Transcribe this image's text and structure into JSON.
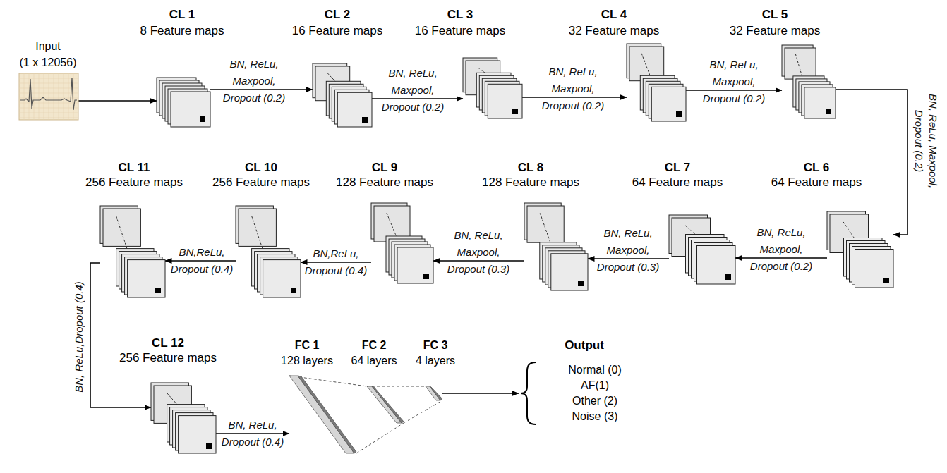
{
  "diagram": {
    "nodes": [
      {
        "text": [
          "Input",
          "(1 x 12056)"
        ]
      },
      {
        "text": [
          "CL 1",
          "8 Feature maps"
        ]
      },
      {
        "text": [
          "CL 2",
          "16 Feature maps"
        ]
      },
      {
        "text": [
          "CL 3",
          "16 Feature maps"
        ]
      },
      {
        "text": [
          "CL 4",
          "32 Feature maps"
        ]
      },
      {
        "text": [
          "CL 5",
          "32 Feature maps"
        ]
      },
      {
        "text": [
          "CL 6",
          "64 Feature maps"
        ]
      },
      {
        "text": [
          "CL 7",
          "64 Feature maps"
        ]
      },
      {
        "text": [
          "CL 8",
          "128 Feature maps"
        ]
      },
      {
        "text": [
          "CL 9",
          "128 Feature maps"
        ]
      },
      {
        "text": [
          "CL 10",
          "256 Feature maps"
        ]
      },
      {
        "text": [
          "CL 11",
          "256 Feature maps"
        ]
      },
      {
        "text": [
          "CL 12",
          "256 Feature maps"
        ]
      },
      {
        "text": [
          "FC 1",
          "128 layers"
        ]
      },
      {
        "text": [
          "FC 2",
          "64 layers"
        ]
      },
      {
        "text": [
          "FC 3",
          "4 layers"
        ]
      },
      {
        "text": [
          "Output",
          "Normal (0)",
          "AF(1)",
          "Other (2)",
          "Noise (3)"
        ]
      }
    ],
    "edges": [
      {
        "from": 0,
        "to": 1,
        "arrow": "to"
      },
      {
        "from": 1,
        "to": 2,
        "arrow": "to",
        "label": "BN, ReLu, Maxpool, Dropout (0.2)"
      },
      {
        "from": 2,
        "to": 3,
        "arrow": "to",
        "label": "BN, ReLu, Maxpool, Dropout (0.2)"
      },
      {
        "from": 3,
        "to": 4,
        "arrow": "to",
        "label": "BN, ReLu, Maxpool, Dropout (0.2)"
      },
      {
        "from": 4,
        "to": 5,
        "arrow": "to",
        "label": "BN, ReLu, Maxpool, Dropout (0.2)"
      },
      {
        "from": 5,
        "to": 6,
        "arrow": "to",
        "label": "BN, ReLu, Maxpool, Dropout (0.2)"
      },
      {
        "from": 6,
        "to": 7,
        "arrow": "to",
        "label": "BN, ReLu, Maxpool, Dropout (0.2)"
      },
      {
        "from": 7,
        "to": 8,
        "arrow": "to",
        "label": "BN, ReLu, Maxpool, Dropout (0.3)"
      },
      {
        "from": 8,
        "to": 9,
        "arrow": "to",
        "label": "BN, ReLu, Maxpool, Dropout (0.3)"
      },
      {
        "from": 9,
        "to": 10,
        "arrow": "to",
        "label": "BN,ReLu, Dropout (0.4)"
      },
      {
        "from": 10,
        "to": 11,
        "arrow": "to",
        "label": "BN,ReLu, Dropout (0.4)"
      },
      {
        "from": 11,
        "to": 12,
        "arrow": "to",
        "label": "BN, ReLu,Dropout (0.4)"
      },
      {
        "from": 12,
        "to": 13,
        "arrow": "to",
        "label": "BN, ReLu, Dropout (0.4)"
      },
      {
        "from": 13,
        "to": 14,
        "arrow": "none"
      },
      {
        "from": 14,
        "to": 15,
        "arrow": "none"
      },
      {
        "from": 15,
        "to": 16,
        "arrow": "to"
      }
    ]
  }
}
